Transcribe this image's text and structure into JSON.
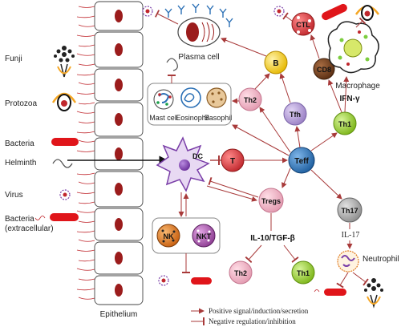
{
  "pathogens": [
    "Funji",
    "Protozoa",
    "Bacteria",
    "Helminth",
    "Virus",
    "Bacteria",
    "(extracellular)"
  ],
  "labels": {
    "epithelium": "Epithelium",
    "plasma_cell": "Plasma cell",
    "macrophage": "Macrophage",
    "neutrophil": "Neutrophil",
    "ifn": "IFN-γ",
    "il17": "IL-17",
    "il10": "IL-10/TGF-β",
    "mast_cell": "Mast cell",
    "eosinophil": "Eosinophil",
    "basophil": "Basophil"
  },
  "nodes": {
    "dc": "DC",
    "t": "T",
    "teff": "Teff",
    "tregs": "Tregs",
    "b": "B",
    "th2_top": "Th2",
    "tfh": "Tfh",
    "th1_top": "Th1",
    "cd8": "CD8",
    "ctl": "CTL",
    "th17": "Th17",
    "nk": "NK",
    "nkt": "NKT",
    "th2_bottom": "Th2",
    "th1_bottom": "Th1"
  },
  "legend": {
    "positive": "Positive signal/induction/secretion",
    "negative": "Negative regulation/inhibition"
  },
  "colors": {
    "arrow": "#a83a3a",
    "epithelium_nucleus": "#9b1c1c",
    "dc": "#7a3fa8",
    "t": "#d9383a",
    "teff": "#2a6fb5",
    "tregs": "#e9a6b0",
    "b": "#f4d03f",
    "th2": "#f2b6c6",
    "tfh": "#a890cf",
    "th1": "#9acd32",
    "cd8": "#6b3e1f",
    "ctl": "#d9383a",
    "th17": "#a7a7a7",
    "nk": "#e07a1f",
    "nkt": "#b06ab3"
  }
}
